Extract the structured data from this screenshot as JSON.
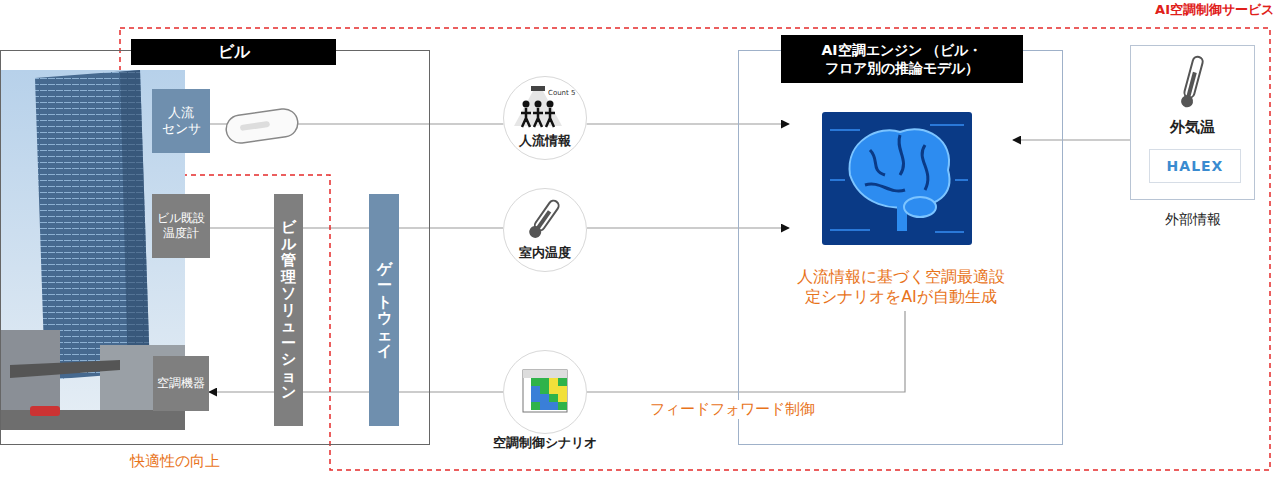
{
  "diagram": {
    "nodes": [
      {
        "text": [
          "ビル"
        ]
      },
      {
        "text": [
          "人流 センサ"
        ],
        "in": 0
      },
      {
        "text": [
          "ビル既設 温度計"
        ],
        "in": 0
      },
      {
        "text": [
          "空調機器"
        ],
        "in": 0
      },
      {
        "text": [
          "ビル管理ソリューション"
        ],
        "in": 0
      },
      {
        "text": [
          "ゲートウェイ"
        ],
        "in": 0
      },
      {
        "text": [
          "人流情報"
        ]
      },
      {
        "text": [
          "室内温度"
        ]
      },
      {
        "text": [
          "空調制御シナリオ"
        ]
      },
      {
        "text": [
          "AI空調エンジン （ビル・フロア別の推論モデル）"
        ]
      },
      {
        "text": [
          "人流情報に基づく空調最適設 定シナリオをAIが自動生成"
        ],
        "in": 9
      },
      {
        "text": [
          "外気温",
          "外部情報"
        ]
      },
      {
        "text": [
          "HALEX"
        ],
        "in": 11
      }
    ],
    "edges": [
      {
        "from": 1,
        "to": 6,
        "arrow": "none"
      },
      {
        "from": 6,
        "to": 10,
        "arrow": "to"
      },
      {
        "from": 2,
        "to": 4,
        "arrow": "none"
      },
      {
        "from": 4,
        "to": 5,
        "arrow": "none"
      },
      {
        "from": 5,
        "to": 7,
        "arrow": "none"
      },
      {
        "from": 7,
        "to": 10,
        "arrow": "to"
      },
      {
        "from": 11,
        "to": 10,
        "arrow": "to"
      },
      {
        "from": 10,
        "to": 8,
        "arrow": "none",
        "label": "フィードフォワード制御"
      },
      {
        "from": 8,
        "to": 5,
        "arrow": "none"
      },
      {
        "from": 5,
        "to": 4,
        "arrow": "none"
      },
      {
        "from": 4,
        "to": 3,
        "arrow": "to"
      }
    ],
    "labels": [
      "AI空調制御サービス",
      "Count 5",
      "快適性の向上"
    ]
  }
}
